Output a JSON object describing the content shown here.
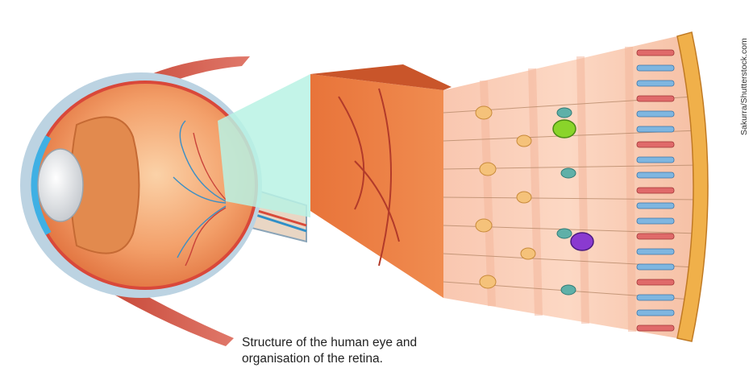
{
  "caption": {
    "line1": "Structure of the human eye and",
    "line2": "organisation of the retina."
  },
  "credit": "Sakurra/Shutterstock.com"
}
